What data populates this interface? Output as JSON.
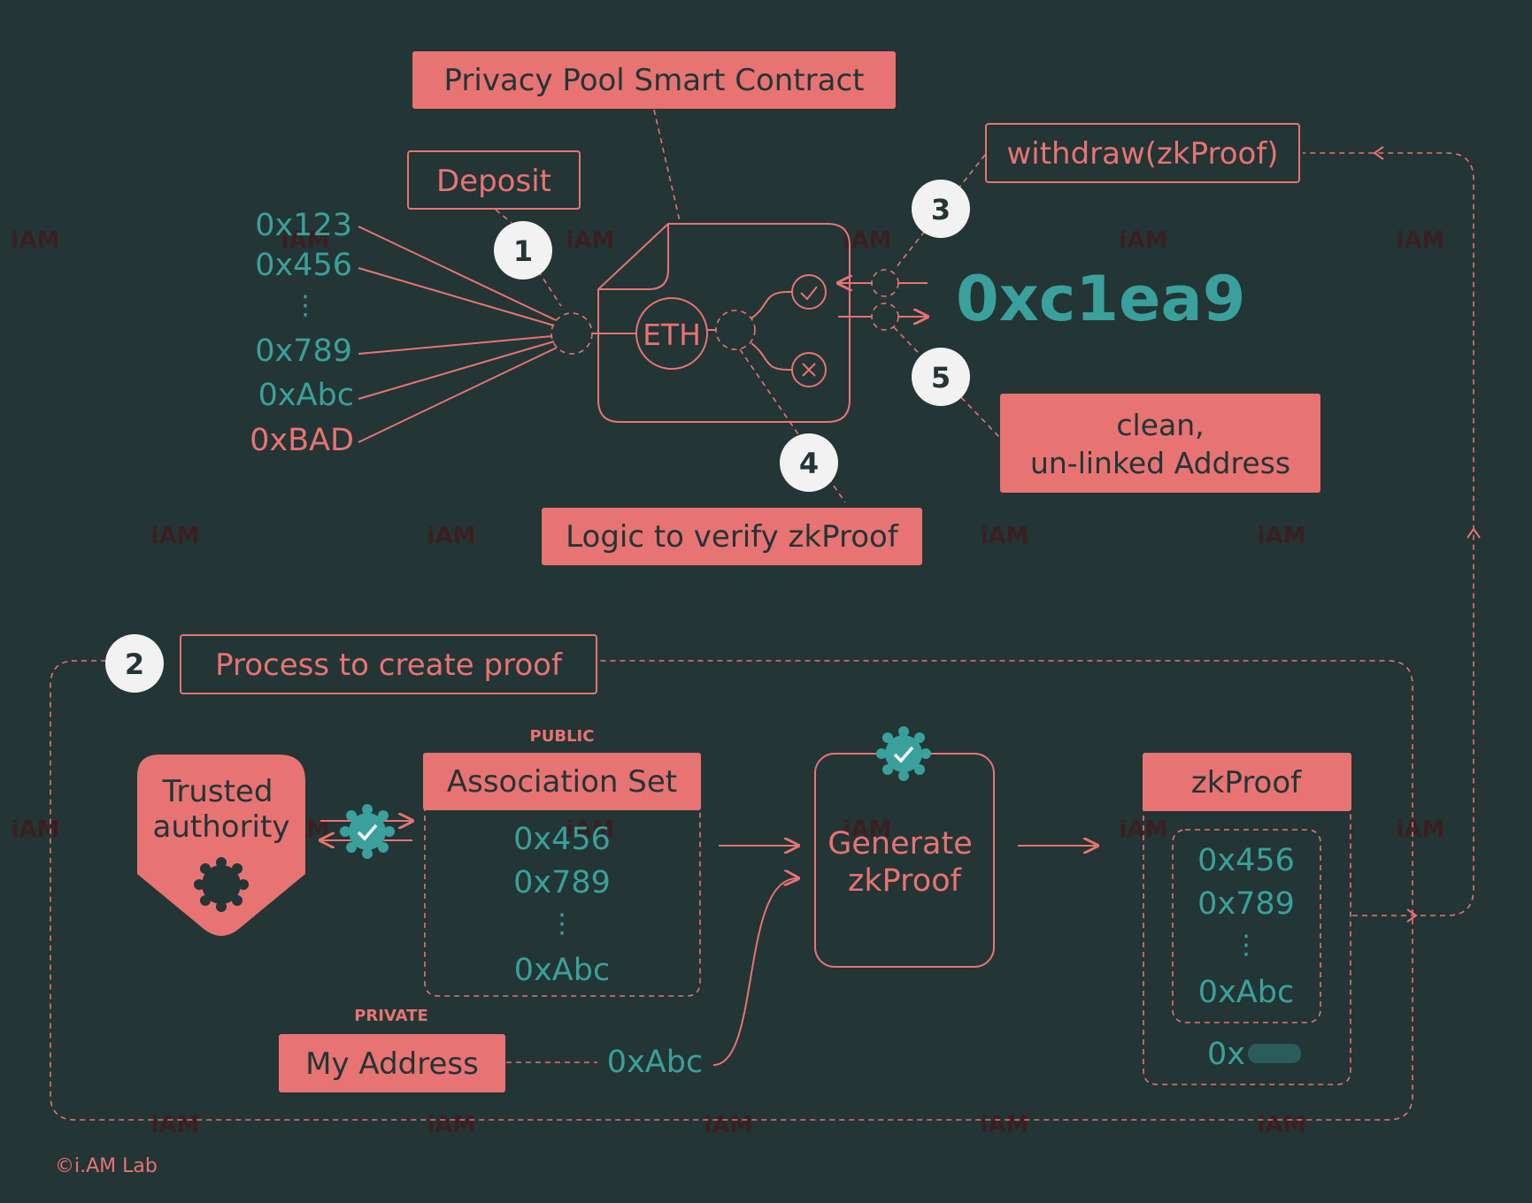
{
  "watermark": "iAM",
  "contract": {
    "title": "Privacy Pool Smart Contract",
    "eth": "ETH"
  },
  "deposit": {
    "label": "Deposit",
    "addresses": [
      "0x123",
      "0x456",
      "⋮",
      "0x789",
      "0xAbc",
      "0xBAD"
    ]
  },
  "withdraw": {
    "label": "withdraw(zkProof)",
    "clean_address": "0xc1ea9",
    "clean_label_1": "clean,",
    "clean_label_2": "un-linked Address"
  },
  "verify": {
    "label": "Logic to verify zkProof"
  },
  "steps": [
    "1",
    "2",
    "3",
    "4",
    "5"
  ],
  "process": {
    "title": "Process to create proof",
    "authority_1": "Trusted",
    "authority_2": "authority",
    "public_tag": "PUBLIC",
    "association_title": "Association Set",
    "association_items": [
      "0x456",
      "0x789",
      "⋮",
      "0xAbc"
    ],
    "generate_1": "Generate",
    "generate_2": "zkProof",
    "zkproof_title": "zkProof",
    "zkproof_items": [
      "0x456",
      "0x789",
      "⋮",
      "0xAbc"
    ],
    "zkproof_hidden_prefix": "0x",
    "private_tag": "PRIVATE",
    "my_address_label": "My Address",
    "my_address_value": "0xAbc"
  },
  "copyright": "©i.AM Lab",
  "colors": {
    "background": "#233535",
    "accent": "#e87373",
    "teal": "#3aa09b",
    "circle": "#f2f2f2"
  }
}
